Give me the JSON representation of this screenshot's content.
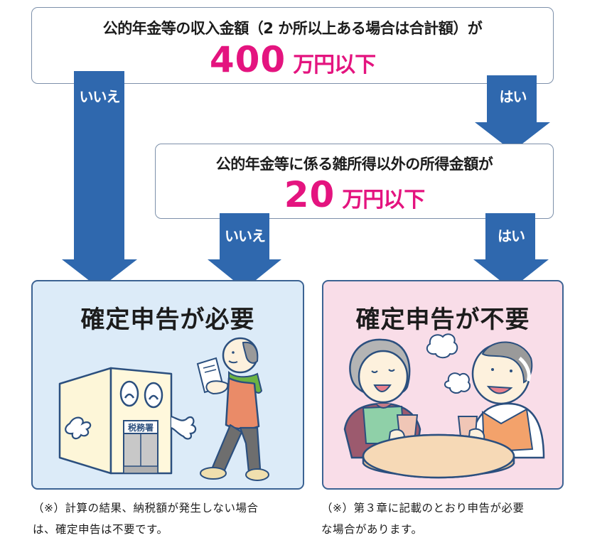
{
  "colors": {
    "arrow": "#2f68ae",
    "amount": "#e4147f",
    "result_required_bg": "#dcebf8",
    "result_not_required_bg": "#f9dde8",
    "result_border": "#3c6393",
    "question_border": "#7d90aa"
  },
  "question1": {
    "text": "公的年金等の収入金額（2 か所以上ある場合は合計額）が",
    "amount": "400",
    "unit": "万円以下"
  },
  "question2": {
    "text": "公的年金等に係る雑所得以外の所得金額が",
    "amount": "20",
    "unit": "万円以下"
  },
  "arrows": {
    "q1_no": "いいえ",
    "q1_yes": "はい",
    "q2_no": "いいえ",
    "q2_yes": "はい"
  },
  "results": {
    "required": {
      "title": "確定申告が必要",
      "illustration": "tax-office-building-and-elderly-man-walking-with-document",
      "building_sign": "税務署",
      "note_line1": "（※）計算の結果、納税額が発生しない場合",
      "note_line2": "は、確定申告は不要です。"
    },
    "not_required": {
      "title": "確定申告が不要",
      "illustration": "elderly-couple-drinking-tea-at-table",
      "note_line1": "（※）第３章に記載のとおり申告が必要",
      "note_line2": "な場合があります。"
    }
  }
}
